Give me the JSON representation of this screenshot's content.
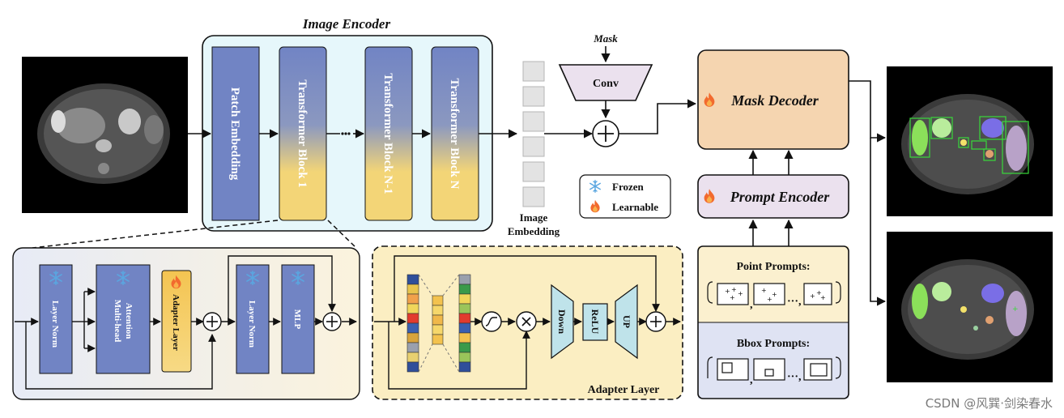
{
  "encoder": {
    "title": "Image Encoder",
    "blocks": [
      "Patch Embedding",
      "Transformer Block 1",
      "Transformer Block N-1",
      "Transformer Block N"
    ]
  },
  "embedding_label": [
    "Image",
    "Embedding"
  ],
  "mask_label": "Mask",
  "conv_label": "Conv",
  "legend": {
    "frozen": "Frozen",
    "learnable": "Learnable"
  },
  "mask_decoder": "Mask Decoder",
  "prompt_encoder": "Prompt Encoder",
  "point_prompts": "Point Prompts:",
  "bbox_prompts": "Bbox Prompts:",
  "block_detail": {
    "layer_norm": "Layer Norm",
    "mha": [
      "Multi-head",
      "Attention"
    ],
    "adapter": "Adapter Layer",
    "layer_norm2": "Layer Norm",
    "mlp": "MLP"
  },
  "adapter_detail": {
    "title": "Adapter Layer",
    "down": "Down",
    "relu": "ReLU",
    "up": "UP"
  },
  "watermark": "CSDN @风巽·剑染春水",
  "colors": {
    "encoder_bg": "#e6f7fb",
    "block_blue": "#7184c4",
    "block_yellow": "#f3d577",
    "decoder_fill": "#f5d5b0",
    "prompt_fill": "#ebe1ee",
    "point_bg": "#fbf0cf",
    "bbox_bg": "#dfe3f3",
    "adapter_bg": "#fbeec2",
    "adapter_orange": "#f0b73c",
    "trap_fill": "#bfe3ea"
  }
}
